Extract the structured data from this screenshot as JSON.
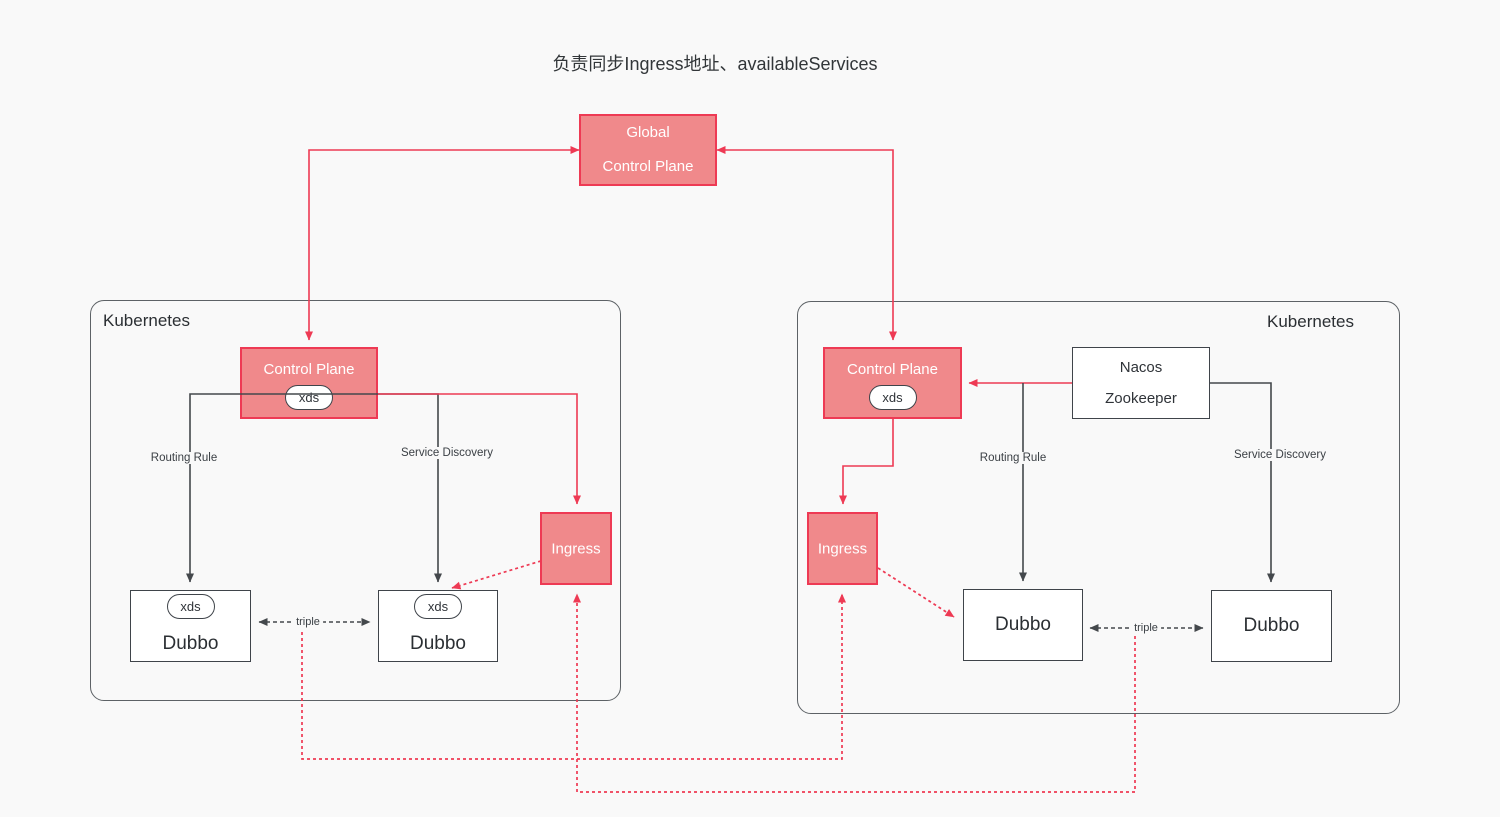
{
  "title": "负责同步Ingress地址、availableServices",
  "colors": {
    "accent_fill": "#F0898B",
    "accent_stroke": "#EE3A54",
    "dark_stroke": "#44484C",
    "background": "#F9F9F9"
  },
  "global_control_plane": {
    "line1": "Global",
    "line2": "Control Plane"
  },
  "left_cluster": {
    "label": "Kubernetes",
    "control_plane": {
      "label": "Control Plane",
      "badge": "xds"
    },
    "ingress": {
      "label": "Ingress"
    },
    "dubbo_a": {
      "label": "Dubbo",
      "badge": "xds"
    },
    "dubbo_b": {
      "label": "Dubbo",
      "badge": "xds"
    },
    "edge_labels": {
      "routing_rule": "Routing Rule",
      "service_discovery": "Service Discovery",
      "triple": "triple"
    }
  },
  "right_cluster": {
    "label": "Kubernetes",
    "control_plane": {
      "label": "Control Plane",
      "badge": "xds"
    },
    "registry": {
      "line1": "Nacos",
      "line2": "Zookeeper"
    },
    "ingress": {
      "label": "Ingress"
    },
    "dubbo_a": {
      "label": "Dubbo"
    },
    "dubbo_b": {
      "label": "Dubbo"
    },
    "edge_labels": {
      "routing_rule": "Routing Rule",
      "service_discovery": "Service Discovery",
      "triple": "triple"
    }
  }
}
